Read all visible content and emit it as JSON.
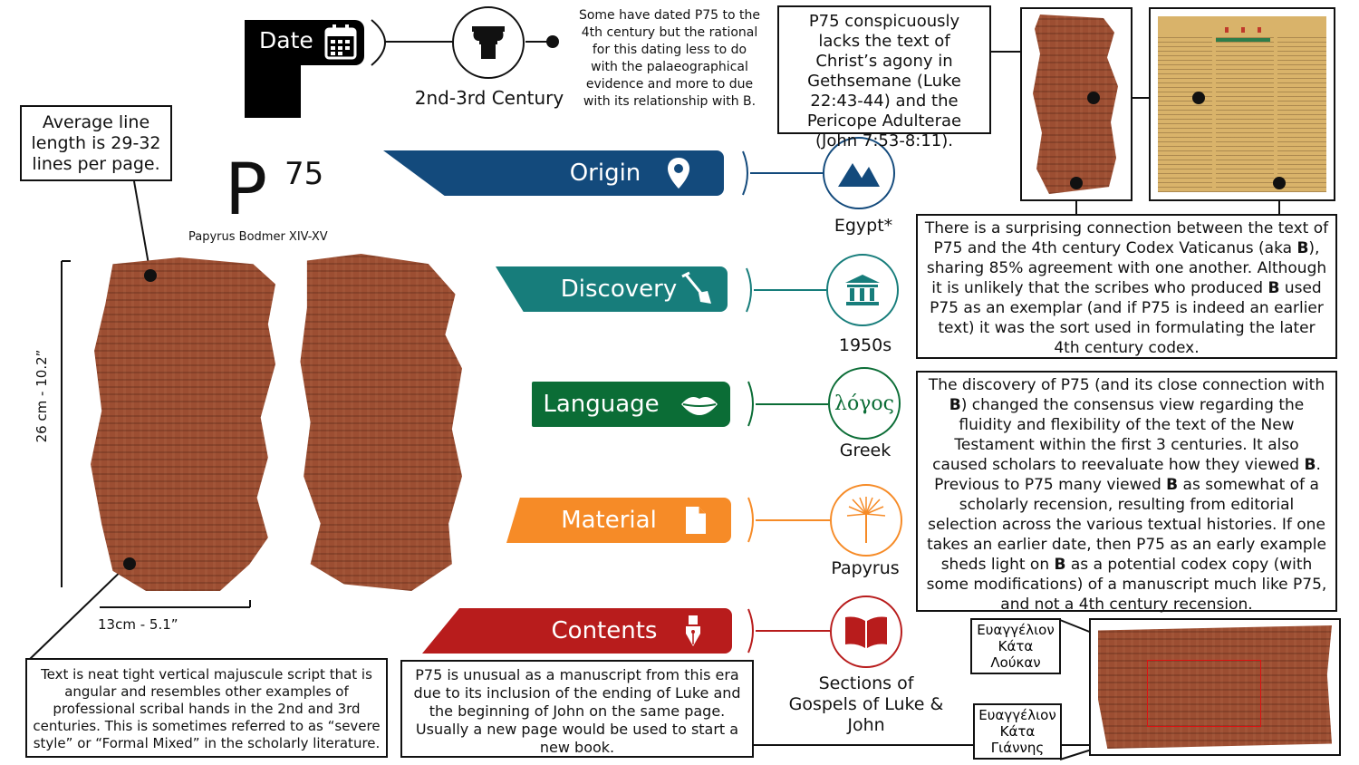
{
  "date": {
    "label": "Date",
    "value": "2nd-3rd Century",
    "note": "Some have dated P75 to the 4th century but the rational for this dating less to do with the palaeographical evidence and more to due with its relationship with B."
  },
  "manuscript": {
    "name": "P",
    "superscript": "75",
    "subtitle": "Papyrus Bodmer XIV-XV",
    "height_label": "26 cm - 10.2”",
    "width_label": "13cm - 5.1”",
    "line_note": "Average line length is 29-32 lines per page.",
    "script_note": "Text is neat tight vertical majuscule script that is angular and resembles other examples of professional scribal hands in the 2nd and 3rd centuries. This is sometimes referred to as “severe style” or “Formal Mixed” in the scholarly literature."
  },
  "rows": [
    {
      "label": "Origin",
      "value": "Egypt*",
      "color": "#134a7c",
      "icon": "location-pin-icon",
      "circle_icon": "mountains-icon"
    },
    {
      "label": "Discovery",
      "value": "1950s",
      "color": "#177d7b",
      "icon": "shovel-icon",
      "circle_icon": "museum-icon"
    },
    {
      "label": "Language",
      "value": "Greek",
      "color": "#0b6d36",
      "icon": "lips-icon",
      "circle_icon": "logos-text",
      "circle_text": "λόγος"
    },
    {
      "label": "Material",
      "value": "Papyrus",
      "color": "#f68b27",
      "icon": "document-icon",
      "circle_icon": "papyrus-plant-icon"
    },
    {
      "label": "Contents",
      "value": "Sections of Gospels of Luke & John",
      "color": "#b81c1c",
      "icon": "pen-nib-icon",
      "circle_icon": "open-book-icon"
    }
  ],
  "notes": {
    "gethsemane": "P75 conspicuously lacks the text of Christ’s agony in Gethsemane (Luke 22:43-44) and the Pericope Adulterae (John 7:53-8:11).",
    "vaticanus": {
      "p1": "There is a surprising connection between the text of P75 and the 4th century Codex Vaticanus (aka ",
      "b1": "B",
      "p2": "), sharing 85% agreement with one another. Although it is unlikely that the scribes who produced ",
      "b2": "B",
      "p3": " used P75 as an exemplar (and if P75 is indeed an earlier text) it was the sort used in formulating the later 4th century codex."
    },
    "consensus": {
      "p1": "The discovery of P75 (and its close connection with ",
      "b1": "B",
      "p2": ") changed the consensus view regarding the fluidity and flexibility of the text of the New Testament within the first 3 centuries. It also caused scholars to reevaluate how they viewed ",
      "b2": "B",
      "p3": ". Previous to P75 many viewed ",
      "b3": "B",
      "p4": " as somewhat of a scholarly recension, resulting from editorial selection across the various textual histories. If one takes an earlier date, then P75 as an early example sheds light on ",
      "b4": "B",
      "p5": " as a potential codex copy (with some modifications) of a manuscript much like P75, and not a 4th century recension."
    },
    "contents": "P75 is unusual as a manuscript from this era due to its inclusion of the ending of Luke and the beginning of John on the same page. Usually a new page would be used to start a new book."
  },
  "gospel_labels": {
    "luke": [
      "Ευαγγέλιον",
      "Κάτα",
      "Λούκαν"
    ],
    "john": [
      "Ευαγγέλιον",
      "Κάτα",
      "Γιάννης"
    ]
  }
}
